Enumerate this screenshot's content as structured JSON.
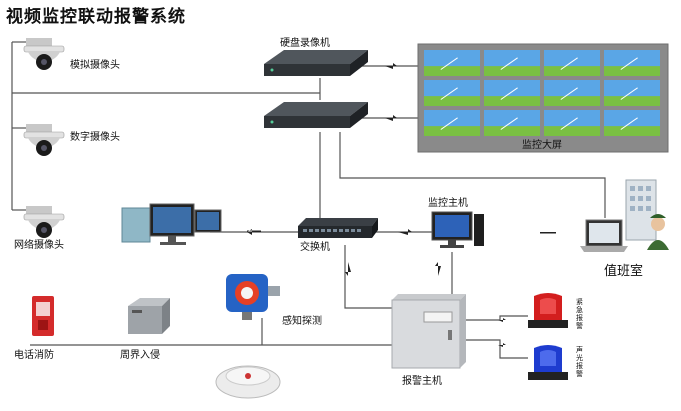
{
  "title": "视频监控联动报警系统",
  "nodes": {
    "analog_camera": "模拟摄像头",
    "digital_camera": "数字摄像头",
    "network_camera": "网络摄像头",
    "dvr": "硬盘录像机",
    "video_wall": "监控大屏",
    "monitor_host": "监控主机",
    "switch": "交换机",
    "duty_room": "值班室",
    "phone_fire": "电话消防",
    "perimeter": "周界入侵",
    "sensor": "感知探测",
    "alarm_host": "报警主机",
    "emergency_alarm": "紧急报警",
    "siren": "声光报警"
  },
  "colors": {
    "line": "#555555",
    "screen_frame": "#8a8a8a",
    "sky": "#5aa6e6",
    "grass": "#7ac043",
    "dvr_body": "#2f3337",
    "alarm_box": "#d9dbde",
    "beacon_red": "#d31e1e",
    "beacon_blue": "#1e3ccf"
  }
}
